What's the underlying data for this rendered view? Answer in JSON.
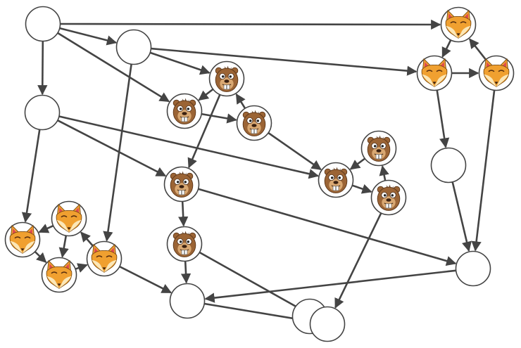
{
  "colors": {
    "edge": "#444444",
    "node_fill": "#ffffff",
    "node_stroke": "#444444",
    "fox_orange": "#f0a030",
    "fox_cream": "#fbe7b8",
    "beaver_brown": "#9b6435",
    "beaver_dark": "#5a3518",
    "beaver_light": "#d9a872"
  },
  "nodes": [
    {
      "id": "n1",
      "kind": "empty"
    },
    {
      "id": "n2",
      "kind": "empty"
    },
    {
      "id": "n3",
      "kind": "empty"
    },
    {
      "id": "n4",
      "kind": "empty"
    },
    {
      "id": "n5",
      "kind": "empty"
    },
    {
      "id": "n6",
      "kind": "empty"
    },
    {
      "id": "n7",
      "kind": "empty"
    },
    {
      "id": "n8",
      "kind": "empty"
    },
    {
      "id": "f1",
      "kind": "fox-icon"
    },
    {
      "id": "f2",
      "kind": "fox-icon"
    },
    {
      "id": "f3",
      "kind": "fox-icon"
    },
    {
      "id": "f4",
      "kind": "fox-icon"
    },
    {
      "id": "f5",
      "kind": "fox-icon"
    },
    {
      "id": "f6",
      "kind": "fox-icon"
    },
    {
      "id": "f7",
      "kind": "fox-icon"
    },
    {
      "id": "b1",
      "kind": "beaver-icon"
    },
    {
      "id": "b2",
      "kind": "beaver-icon"
    },
    {
      "id": "b3",
      "kind": "beaver-icon"
    },
    {
      "id": "b4",
      "kind": "beaver-icon"
    },
    {
      "id": "b5",
      "kind": "beaver-icon"
    },
    {
      "id": "b6",
      "kind": "beaver-icon"
    },
    {
      "id": "b7",
      "kind": "beaver-icon"
    },
    {
      "id": "b8",
      "kind": "beaver-icon"
    }
  ],
  "edges": [
    {
      "from": "n1",
      "to": "f1"
    },
    {
      "from": "n1",
      "to": "n2"
    },
    {
      "from": "n1",
      "to": "n3"
    },
    {
      "from": "n1",
      "to": "b2"
    },
    {
      "from": "n2",
      "to": "b1"
    },
    {
      "from": "n2",
      "to": "f2"
    },
    {
      "from": "n2",
      "to": "f7"
    },
    {
      "from": "n3",
      "to": "f4"
    },
    {
      "from": "n3",
      "to": "b4"
    },
    {
      "from": "n3",
      "to": "b5"
    },
    {
      "from": "f1",
      "to": "f2"
    },
    {
      "from": "f2",
      "to": "f3"
    },
    {
      "from": "f3",
      "to": "f1"
    },
    {
      "from": "f2",
      "to": "n4"
    },
    {
      "from": "f3",
      "to": "n5"
    },
    {
      "from": "n4",
      "to": "n5"
    },
    {
      "from": "b1",
      "to": "b2"
    },
    {
      "from": "b1",
      "to": "b4"
    },
    {
      "from": "b2",
      "to": "b3"
    },
    {
      "from": "b3",
      "to": "b1"
    },
    {
      "from": "b3",
      "to": "b5"
    },
    {
      "from": "b6",
      "to": "b5"
    },
    {
      "from": "b5",
      "to": "b7"
    },
    {
      "from": "b7",
      "to": "b6"
    },
    {
      "from": "b7",
      "to": "n8"
    },
    {
      "from": "b4",
      "to": "b8"
    },
    {
      "from": "b4",
      "to": "n5"
    },
    {
      "from": "b8",
      "to": "n6"
    },
    {
      "from": "b8",
      "to": "n8"
    },
    {
      "from": "n5",
      "to": "n6"
    },
    {
      "from": "n6",
      "to": "n8"
    },
    {
      "from": "f5",
      "to": "f4"
    },
    {
      "from": "f5",
      "to": "f6"
    },
    {
      "from": "f4",
      "to": "f6"
    },
    {
      "from": "f6",
      "to": "f7"
    },
    {
      "from": "f7",
      "to": "f5"
    },
    {
      "from": "f7",
      "to": "n6"
    }
  ]
}
